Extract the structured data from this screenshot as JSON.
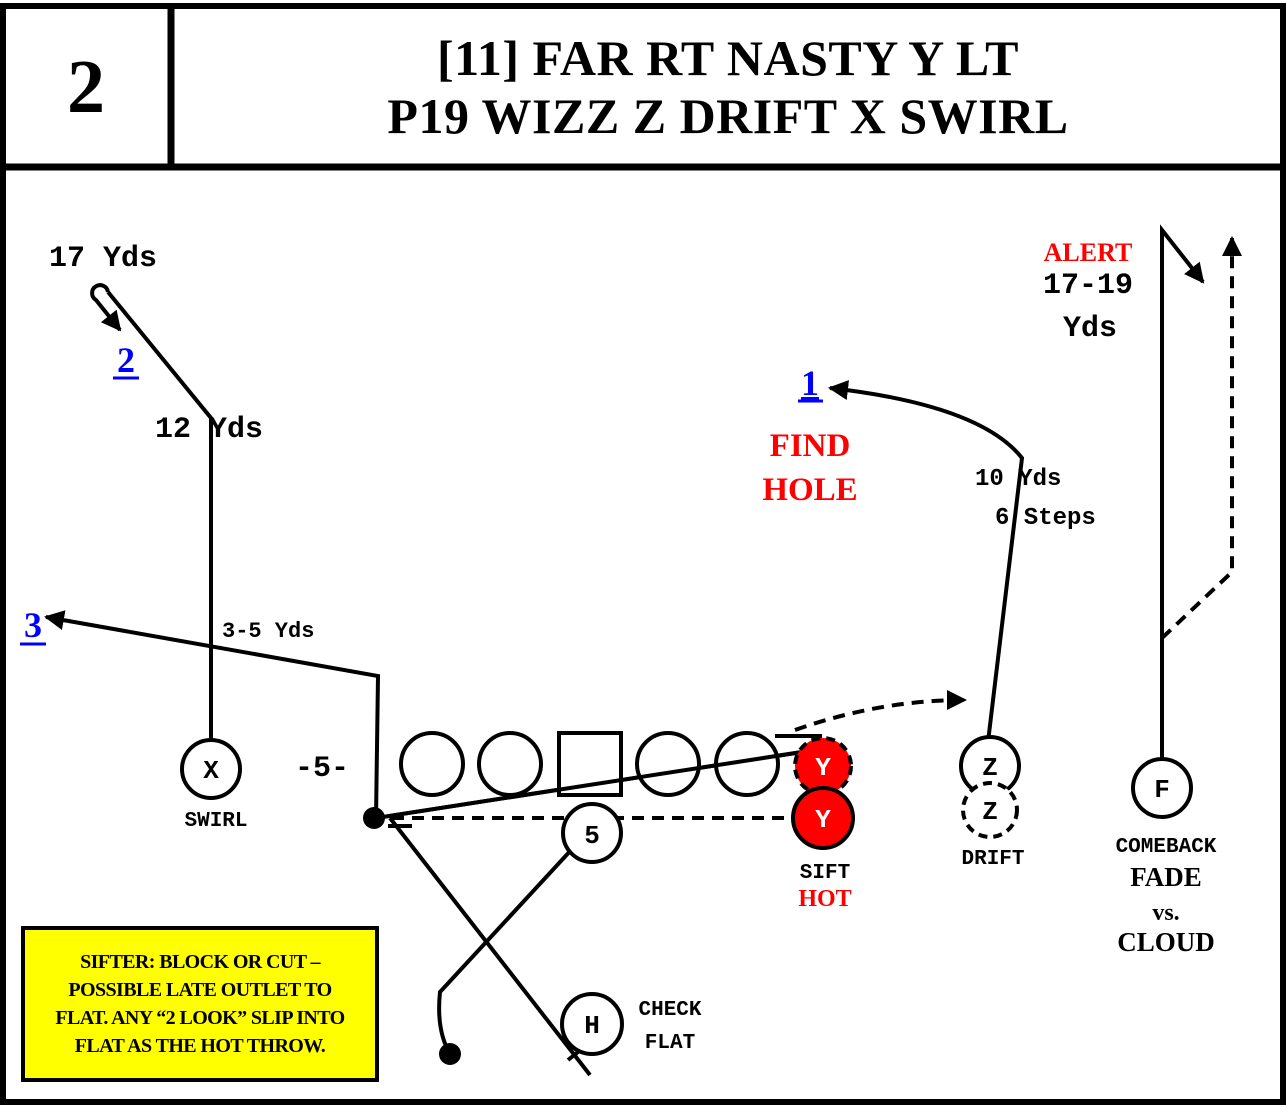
{
  "header": {
    "play_number": "2",
    "title_line1": "[11] FAR RT NASTY Y LT",
    "title_line2": "P19 WIZZ Z DRIFT X SWIRL"
  },
  "colors": {
    "ink": "#000000",
    "alert_red": "#ff0000",
    "progression_blue": "#0000ff",
    "note_yellow": "#ffff00"
  },
  "players": {
    "x": "X",
    "z_start": "Z",
    "z_motion": "Z",
    "y_start": "Y",
    "y_set": "Y",
    "f": "F",
    "h": "H",
    "back_5": "5"
  },
  "labels": {
    "x_depth_top": "17 Yds",
    "x_depth_break": "12 Yds",
    "x_under_depth": "3-5 Yds",
    "x_route": "SWIRL",
    "line_depth": "-5-",
    "progression_1": "1",
    "progression_2": "2",
    "progression_3": "3",
    "find_hole_1": "FIND",
    "find_hole_2": "HOLE",
    "z_depth_yds": "10 Yds",
    "z_depth_steps": "6 Steps",
    "z_route": "DRIFT",
    "y_route_1": "SIFT",
    "y_route_2": "HOT",
    "f_alert": "ALERT",
    "f_depth_1": "17-19",
    "f_depth_2": "Yds",
    "f_route_1": "COMEBACK",
    "f_route_2": "FADE",
    "f_route_3": "vs.",
    "f_route_4": "CLOUD",
    "h_route_1": "CHECK",
    "h_route_2": "FLAT"
  },
  "note": {
    "line1": "SIFTER: BLOCK OR CUT –",
    "line2": "POSSIBLE LATE OUTLET TO",
    "line3": "FLAT.  ANY “2 LOOK” SLIP INTO",
    "line4": "FLAT AS THE HOT THROW."
  }
}
